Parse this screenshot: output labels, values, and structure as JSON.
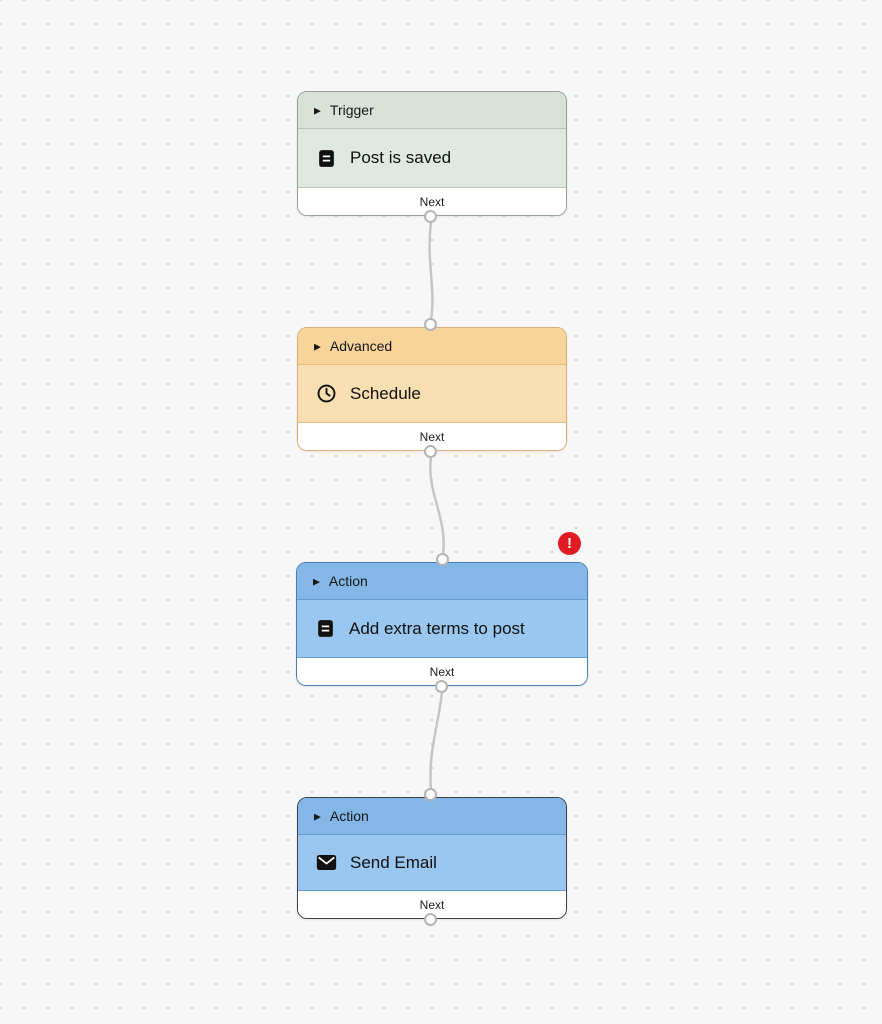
{
  "canvas": {
    "background_color": "#f7f7f8",
    "dot_color": "#cfcfd3"
  },
  "nodes": [
    {
      "type": "trigger",
      "category": "Trigger",
      "title": "Post is saved",
      "icon": "document-icon",
      "footer_label": "Next",
      "header_color": "#d8e2d9",
      "body_color": "#e0e9e1",
      "border_color": "#95a296"
    },
    {
      "type": "advanced",
      "category": "Advanced",
      "title": "Schedule",
      "icon": "clock-icon",
      "footer_label": "Next",
      "header_color": "#f6d49a",
      "body_color": "#f8dfb1",
      "border_color": "#d8b377"
    },
    {
      "type": "action",
      "category": "Action",
      "title": "Add extra terms to post",
      "icon": "document-icon",
      "footer_label": "Next",
      "has_error": true,
      "header_color": "#84b7e7",
      "body_color": "#9ac7ef",
      "border_color": "#4a7fb5"
    },
    {
      "type": "action",
      "category": "Action",
      "title": "Send Email",
      "icon": "envelope-icon",
      "footer_label": "Next",
      "has_error": false,
      "header_color": "#84b7e7",
      "body_color": "#9ac7ef",
      "border_color": "#3a4046"
    }
  ],
  "error_badge": {
    "symbol": "!",
    "color": "#e01b24"
  },
  "connector": {
    "line_color": "#c6c6ca",
    "port_fill": "#ffffff",
    "port_border": "#b3b3b8"
  },
  "collapse_marker": "▶"
}
